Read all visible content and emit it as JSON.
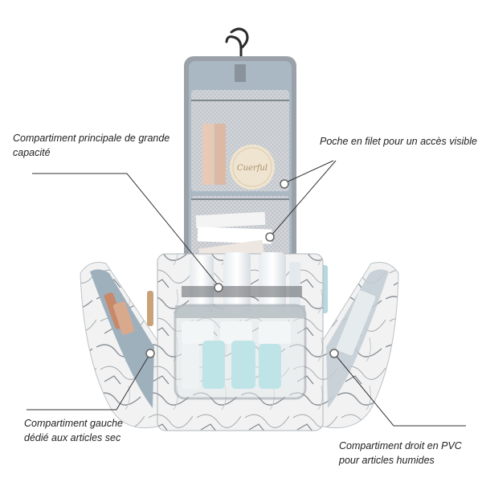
{
  "callouts": {
    "main_compartment": "Compartiment principale de grande capacité",
    "mesh_pocket": "Poche en filet pour un accès visible",
    "left_compartment": "Compartiment gauche dédié aux articles sec",
    "right_compartment": "Compartiment droit en PVC pour articles humides"
  },
  "product": {
    "powder_box_text": "Cuerful"
  },
  "colors": {
    "marble_base": "#f2f2f2",
    "marble_vein": "#8c9298",
    "lining_blue": "#aab8c4",
    "mesh_gray": "#c9ccd0",
    "trim_gray": "#9aa1a8",
    "hook": "#2b2b2b",
    "callout_line": "#333333"
  },
  "icons": [
    "hanger-hook-icon",
    "callout-dot-icon"
  ]
}
